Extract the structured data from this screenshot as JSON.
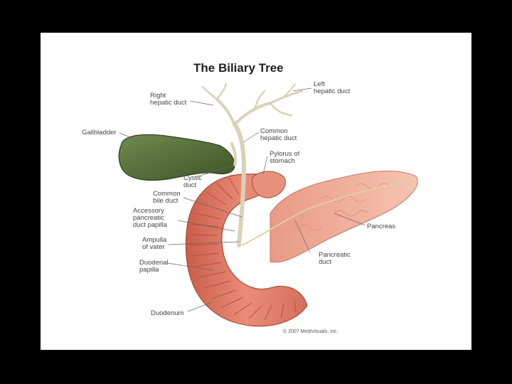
{
  "title": "The Biliary Tree",
  "labels": {
    "right_hepatic_duct": "Right\nhepatic duct",
    "left_hepatic_duct": "Left\nhepatic duct",
    "gallbladder": "Gallbladder",
    "common_hepatic_duct": "Common\nhepatic duct",
    "pylorus_of_stomach": "Pylorus of\nstomach",
    "cystic_duct": "Cystic\nduct",
    "common_bile_duct": "Common\nbile duct",
    "accessory_pancreatic_duct_papilla": "Accessory\npancreatic\nduct papilla",
    "pancreas": "Pancreas",
    "ampulla_of_vater": "Ampulla\nof vater",
    "pancreatic_duct": "Pancreatic\nduct",
    "duodenal_papilla": "Duodenal\npapilla",
    "duodenum": "Duodenum"
  },
  "copyright": "© 2007 MediVisuals, Inc.",
  "colors": {
    "frame": "#000000",
    "gallbladder": "#5d7440",
    "duodenum": "#e07e68",
    "pancreas": "#f0ad97",
    "bile_ducts": "#ddd7c0"
  }
}
